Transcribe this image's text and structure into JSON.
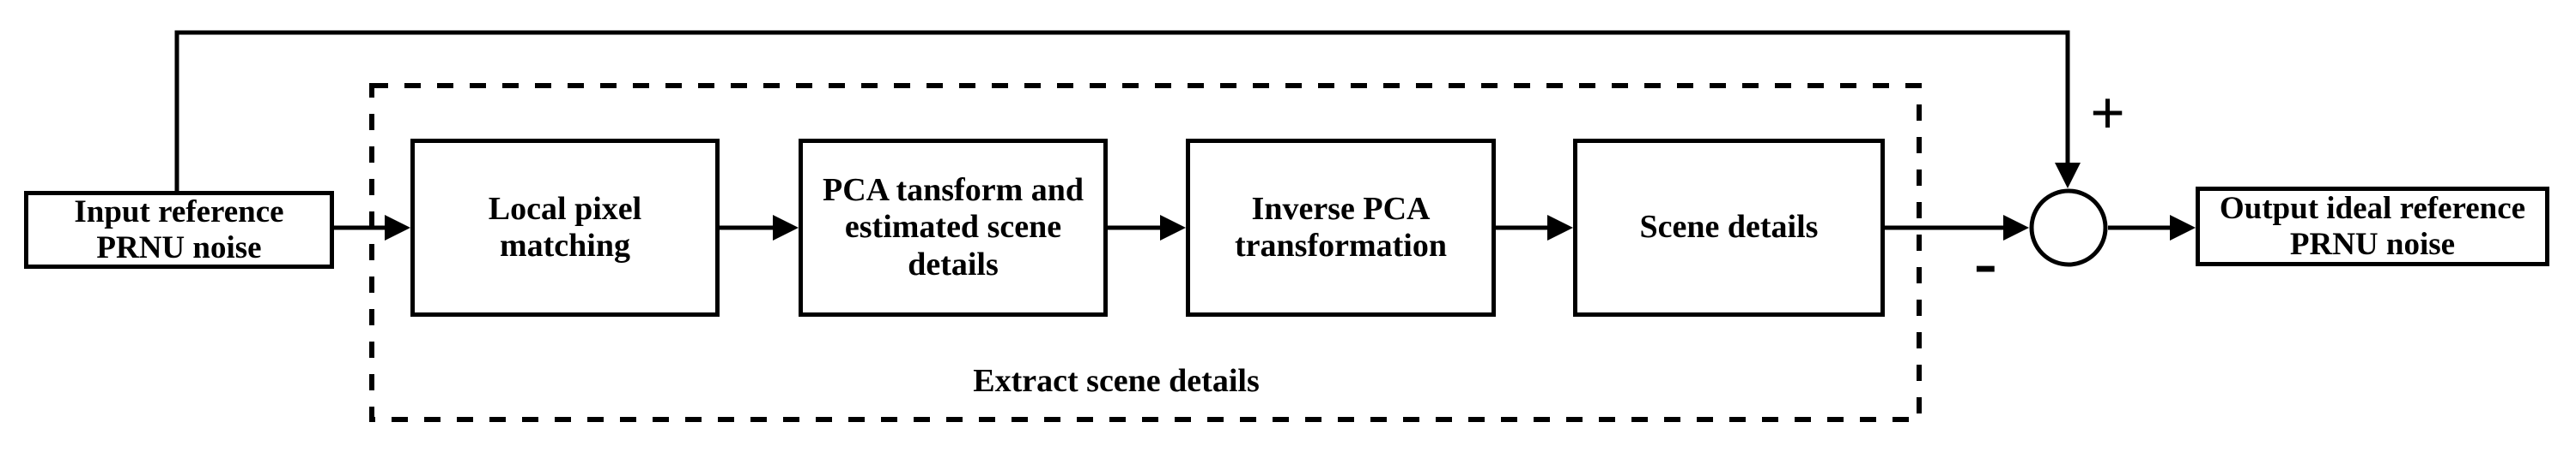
{
  "diagram": {
    "nodes": {
      "input": "Input reference\nPRNU noise",
      "local_pixel_matching": "Local pixel\nmatching",
      "pca_transform": "PCA tansform and\nestimated scene\ndetails",
      "inverse_pca": "Inverse PCA\ntransformation",
      "scene_details": "Scene details",
      "output": "Output ideal reference\nPRNU noise"
    },
    "group_label": "Extract scene details",
    "plus_sign": "+",
    "minus_sign": "-",
    "line_color": "#000000",
    "background_color": "#ffffff"
  }
}
